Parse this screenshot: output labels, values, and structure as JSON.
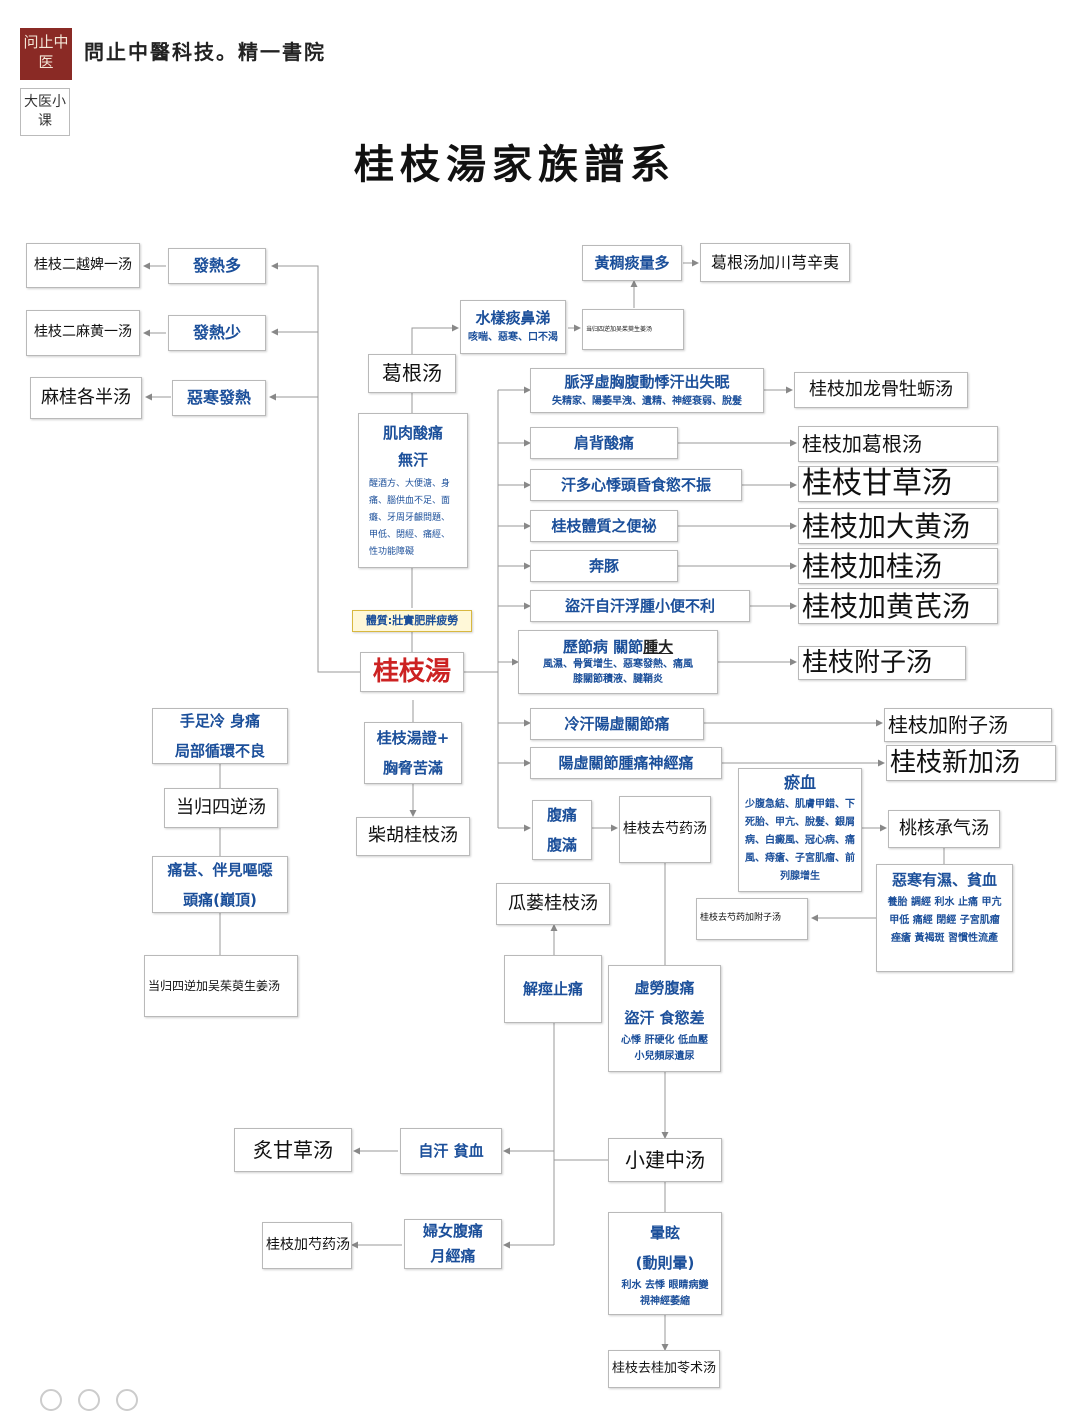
{
  "header": {
    "logo_top": "问止中医",
    "logo_bottom": "大医小课",
    "brand": "問止中醫科技。精一書院"
  },
  "title": "桂枝湯家族譜系",
  "nodes": {
    "fare_duo": "發熱多",
    "fare_shao": "發熱少",
    "ehan_fare": "惡寒發熱",
    "f_erbi": "桂枝二越婢一汤",
    "f_ermahuang": "桂枝二麻黄一汤",
    "f_mageban": "麻桂各半汤",
    "huangchou": "黃稠痰量多",
    "f_gegen_xin": "葛根汤加川芎辛夷",
    "shuiyang_t": "水樣痰鼻涕",
    "shuiyang_s": "咳喘、惡寒、口不渴",
    "f_xiaonote": "当归四逆加吴茱萸生姜汤",
    "f_gegen": "葛根汤",
    "mai_t": "脈浮虛胸腹動悸汗出失眠",
    "mai_s": "失精家、陽萎早洩、遺精、神經衰弱、脫髮",
    "f_longgu": "桂枝加龙骨牡蛎汤",
    "jianbei": "肩背酸痛",
    "f_jiagegen": "桂枝加葛根汤",
    "handuo": "汗多心悸頭昏食慾不振",
    "f_gancao": "桂枝甘草汤",
    "bianmi": "桂枝體質之便祕",
    "f_dahuang": "桂枝加大黄汤",
    "bentun": "奔豚",
    "f_jiagui": "桂枝加桂汤",
    "daohan": "盜汗自汗浮腫小便不利",
    "f_huangqi": "桂枝加黄芪汤",
    "li_t1": "歷節病 關節",
    "li_t2": "腫大",
    "li_s1": "風濕、骨質增生、惡寒發熱、痛風",
    "li_s2": "膝關節積液、腱鞘炎",
    "f_fuzi": "桂枝附子汤",
    "lenghan": "冷汗陽虛關節痛",
    "f_jiafuzi": "桂枝加附子汤",
    "yangxu": "陽虛關節腫痛神經痛",
    "f_xinjia": "桂枝新加汤",
    "jirou_t1": "肌肉酸痛",
    "jirou_t2": "無汗",
    "jirou_s": "醒酒方、大便溏、身痛、腦供血不足、面癱、牙周牙齦問題、甲低、閉經、痛經、性功能障礙",
    "tizhi": "體質:壯實肥胖疲勞",
    "core": "桂枝湯",
    "shouzu_1": "手足冷 身痛",
    "shouzu_2": "局部循環不良",
    "f_danggui": "当归四逆汤",
    "tongshen_1": "痛甚、伴見嘔噁",
    "tongshen_2": "頭痛(巔頂)",
    "f_danggui_wu": "当归四逆加吴茱萸生姜汤",
    "guizheng_1": "桂枝湯證+",
    "guizheng_2": "胸脅苦滿",
    "f_chaihu": "柴胡桂枝汤",
    "futong_1": "腹痛",
    "futong_2": "腹滿",
    "f_qushao": "桂枝去芍药汤",
    "yuxue_t": "瘀血",
    "yuxue_s": "少腹急結、肌膚甲錯、下死胎、甲亢、脫髮、銀屑病、白癜風、冠心病、痛風、痔瘡、子宮肌瘤、前列腺增生",
    "f_taohe": "桃核承气汤",
    "ehan_s_t": "惡寒有濕、貧血",
    "ehan_s_s": "養胎 調經 利水 止痛 甲亢 甲低 痛經 閉經 子宮肌瘤 痤瘡 黃褐斑 習慣性流產",
    "f_qushao_fuzi": "桂枝去芍药加附子汤",
    "f_gualou": "瓜蒌桂枝汤",
    "jiejing": "解痙止痛",
    "xulao_1": "虛勞腹痛",
    "xulao_2": "盜汗 食慾差",
    "xulao_s": "心悸 肝硬化 低血壓 小兒頻尿遺尿",
    "f_zhigancao": "炙甘草汤",
    "zihan": "自汗 貧血",
    "f_xiaojian": "小建中汤",
    "f_jiashao": "桂枝加芍药汤",
    "funv_1": "婦女腹痛",
    "funv_2": "月經痛",
    "yunxuan_1": "暈眩",
    "yunxuan_2": "(動則暈)",
    "yunxuan_s": "利水 去悸 眼睛病變 視神經萎縮",
    "f_quguijia": "桂枝去桂加苓术汤"
  },
  "colors": {
    "symptom": "#1b4f9a",
    "core": "#cc2222",
    "line": "#888888"
  }
}
